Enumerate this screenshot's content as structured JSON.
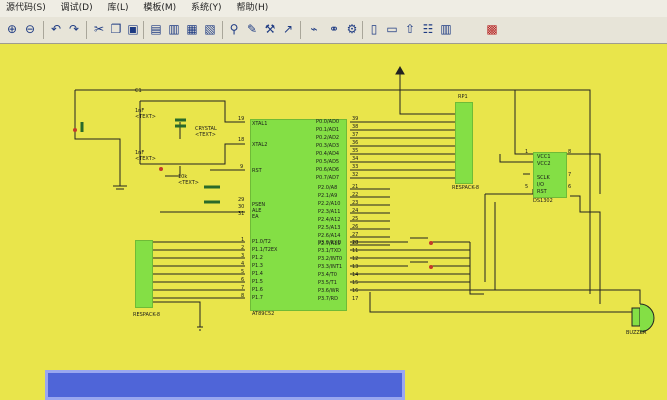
{
  "menu": {
    "items": [
      "源代码(S)",
      "调试(D)",
      "库(L)",
      "模板(M)",
      "系统(Y)",
      "帮助(H)"
    ]
  },
  "toolbar": {
    "icons": [
      "zoom-in-icon",
      "zoom-out-icon",
      "undo-icon",
      "redo-icon",
      "cut-icon",
      "copy-icon",
      "paste-icon",
      "block-copy-icon",
      "block-move-icon",
      "block-rotate-icon",
      "block-delete-icon",
      "pick-device-icon",
      "make-device-icon",
      "packaging-tool-icon",
      "decompose-icon",
      "wire-autorouter-icon",
      "search-tag-icon",
      "property-assignment-icon",
      "new-sheet-icon",
      "remove-sheet-icon",
      "exit-to-parent-icon",
      "bom-report-icon"
    ]
  },
  "schematic": {
    "mcu": {
      "label": "AT89C52",
      "pins_left": [
        "XTAL1",
        "XTAL2",
        "RST",
        "PSEN",
        "ALE",
        "EA"
      ],
      "pins_left_nums": [
        "19",
        "18",
        "9",
        "29",
        "30",
        "31"
      ],
      "pins_p1": [
        "P1.0/T2",
        "P1.1/T2EX",
        "P1.2",
        "P1.3",
        "P1.4",
        "P1.5",
        "P1.6",
        "P1.7"
      ],
      "pins_p1_nums": [
        "1",
        "2",
        "3",
        "4",
        "5",
        "6",
        "7",
        "8"
      ],
      "pins_p0": [
        "P0.0/AD0",
        "P0.1/AD1",
        "P0.2/AD2",
        "P0.3/AD3",
        "P0.4/AD4",
        "P0.5/AD5",
        "P0.6/AD6",
        "P0.7/AD7"
      ],
      "pins_p0_nums": [
        "39",
        "38",
        "37",
        "36",
        "35",
        "34",
        "33",
        "32"
      ],
      "pins_p2": [
        "P2.0/A8",
        "P2.1/A9",
        "P2.2/A10",
        "P2.3/A11",
        "P2.4/A12",
        "P2.5/A13",
        "P2.6/A14",
        "P2.7/A15"
      ],
      "pins_p2_nums": [
        "21",
        "22",
        "23",
        "24",
        "25",
        "26",
        "27",
        "28"
      ],
      "pins_p3": [
        "P3.0/RXD",
        "P3.1/TXD",
        "P3.2/INT0",
        "P3.3/INT1",
        "P3.4/T0",
        "P3.5/T1",
        "P3.6/WR",
        "P3.7/RD"
      ],
      "pins_p3_nums": [
        "10",
        "11",
        "12",
        "13",
        "14",
        "15",
        "16",
        "17"
      ]
    },
    "respack_right": {
      "label": "RESPACK-8",
      "ref": "RP1"
    },
    "respack_left": {
      "label": "RESPACK-8"
    },
    "crystal": {
      "label": "CRYSTAL",
      "tag": "<TEXT>"
    },
    "cap1": {
      "label": "1nF",
      "tag": "<TEXT>"
    },
    "cap2": {
      "label": "1nF",
      "tag": "<TEXT>"
    },
    "res": {
      "label": "10k",
      "tag": "<TEXT>"
    },
    "ds1302": {
      "label": "DS1302",
      "pins": [
        "VCC1",
        "VCC2",
        "SCLK",
        "I/O",
        "RST"
      ],
      "nums": [
        "1",
        "8",
        "7",
        "6",
        "5"
      ]
    },
    "buzzer": {
      "label": "BUZZER"
    },
    "cap_tag": "C1"
  }
}
